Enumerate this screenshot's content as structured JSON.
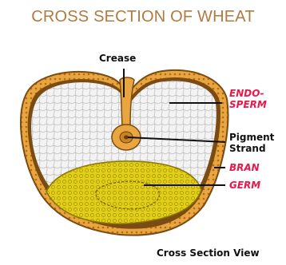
{
  "title": "CROSS SECTION OF WHEAT",
  "labels": {
    "crease": "Crease",
    "endosperm": "ENDO-\nSPERM",
    "pigment_strand": "Pigment\nStrand",
    "bran": "BRAN",
    "germ": "GERM"
  },
  "footer": "Cross Section View",
  "colors": {
    "title": "#b07a40",
    "red_label": "#e8194a",
    "bran": "#e8a53a",
    "germ": "#e6d21a",
    "endosperm": "#f2f2f2"
  }
}
